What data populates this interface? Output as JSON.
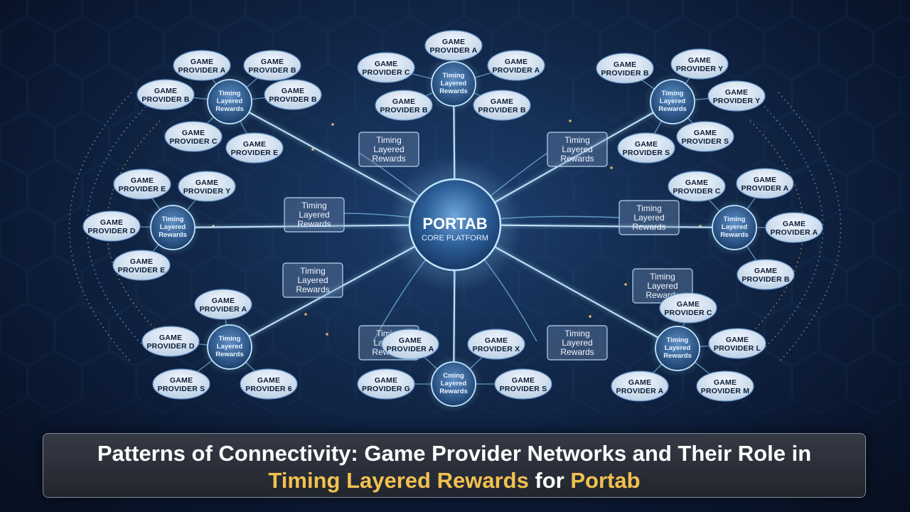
{
  "core": {
    "title": "PORTAB",
    "subtitle": "CORE PLATFORM"
  },
  "hub_label": [
    "Timing",
    "Layered",
    "Rewards"
  ],
  "hubs": [
    {
      "id": "top-left",
      "label": [
        "Timing",
        "Layered",
        "Rewards"
      ],
      "providers": [
        [
          "GAME",
          "PROVIDER A"
        ],
        [
          "GAME",
          "PROVIDER B"
        ],
        [
          "GAME",
          "PROVIDER B"
        ],
        [
          "GAME",
          "PROVIDER B"
        ],
        [
          "GAME",
          "PROVIDER C"
        ],
        [
          "GAME",
          "PROVIDER E"
        ]
      ]
    },
    {
      "id": "top-center",
      "label": [
        "Timing",
        "Layered",
        "Rewards"
      ],
      "providers": [
        [
          "GAME",
          "PROVIDER A"
        ],
        [
          "GAME",
          "PROVIDER C"
        ],
        [
          "GAME",
          "PROVIDER A"
        ],
        [
          "GAME",
          "PROVIDER B"
        ],
        [
          "GAME",
          "PROVIDER B"
        ]
      ]
    },
    {
      "id": "top-right",
      "label": [
        "Timing",
        "Layered",
        "Rewards"
      ],
      "providers": [
        [
          "GAME",
          "PROVIDER B"
        ],
        [
          "GAME",
          "PROVIDER Y"
        ],
        [
          "GAME",
          "PROVIDER Y"
        ],
        [
          "GAME",
          "PROVIDER S"
        ],
        [
          "GAME",
          "PROVIDER S"
        ]
      ]
    },
    {
      "id": "middle-left",
      "label": [
        "Timing",
        "Layered",
        "Rewards"
      ],
      "providers": [
        [
          "GAME",
          "PROVIDER E"
        ],
        [
          "GAME",
          "PROVIDER Y"
        ],
        [
          "GAME",
          "PROVIDER D"
        ],
        [
          "GAME",
          "PROVIDER E"
        ]
      ]
    },
    {
      "id": "middle-right",
      "label": [
        "Timing",
        "Layered",
        "Rewards"
      ],
      "providers": [
        [
          "GAME",
          "PROVIDER C"
        ],
        [
          "GAME",
          "PROVIDER A"
        ],
        [
          "GAME",
          "PROVIDER A"
        ],
        [
          "GAME",
          "PROVIDER B"
        ]
      ]
    },
    {
      "id": "bottom-left",
      "label": [
        "Timing",
        "Layered",
        "Rewards"
      ],
      "providers": [
        [
          "GAME",
          "PROVIDER A"
        ],
        [
          "GAME",
          "PROVIDER D"
        ],
        [
          "GAME",
          "PROVIDER S"
        ],
        [
          "GAME",
          "PROVIDER 6"
        ]
      ]
    },
    {
      "id": "bottom-center",
      "label": [
        "Cming",
        "Layered",
        "Rewards"
      ],
      "providers": [
        [
          "GAME",
          "PROVIDER A"
        ],
        [
          "GAME",
          "PROVIDER X"
        ],
        [
          "GAME",
          "PROVIDER G"
        ],
        [
          "GAME",
          "PROVIDER S"
        ]
      ]
    },
    {
      "id": "bottom-right",
      "label": [
        "Timing",
        "Layered",
        "Rewards"
      ],
      "providers": [
        [
          "GAME",
          "PROVIDER C"
        ],
        [
          "GAME",
          "PROVIDER L"
        ],
        [
          "GAME",
          "PROVIDER A"
        ],
        [
          "GAME",
          "PROVIDER M"
        ]
      ]
    }
  ],
  "reward_boxes": [
    [
      "Timing",
      "Layered",
      "Rewards"
    ],
    [
      "Timing",
      "Layered",
      "Rewards"
    ],
    [
      "Timing",
      "Layered",
      "Rewards"
    ],
    [
      "Timing",
      "Layered",
      "Rewards"
    ],
    [
      "Timing",
      "Layered",
      "Rewards"
    ],
    [
      "Timing",
      "Layered",
      "Rewards"
    ],
    [
      "Timing",
      "Layered",
      "Rewards"
    ],
    [
      "Timing",
      "Layered",
      "Rewards"
    ]
  ],
  "caption": {
    "line1": "Patterns of Connectivity: Game Provider Networks and Their Role in",
    "line2_highlight_a": "Timing Layered Rewards",
    "line2_mid": " for ",
    "line2_highlight_b": "Portab"
  },
  "colors": {
    "background": "#0a1730",
    "link": "#8fd3ff",
    "node_fill": "#d6e6f7",
    "hub_fill": "#2e5f95",
    "highlight": "#f2c14e"
  }
}
